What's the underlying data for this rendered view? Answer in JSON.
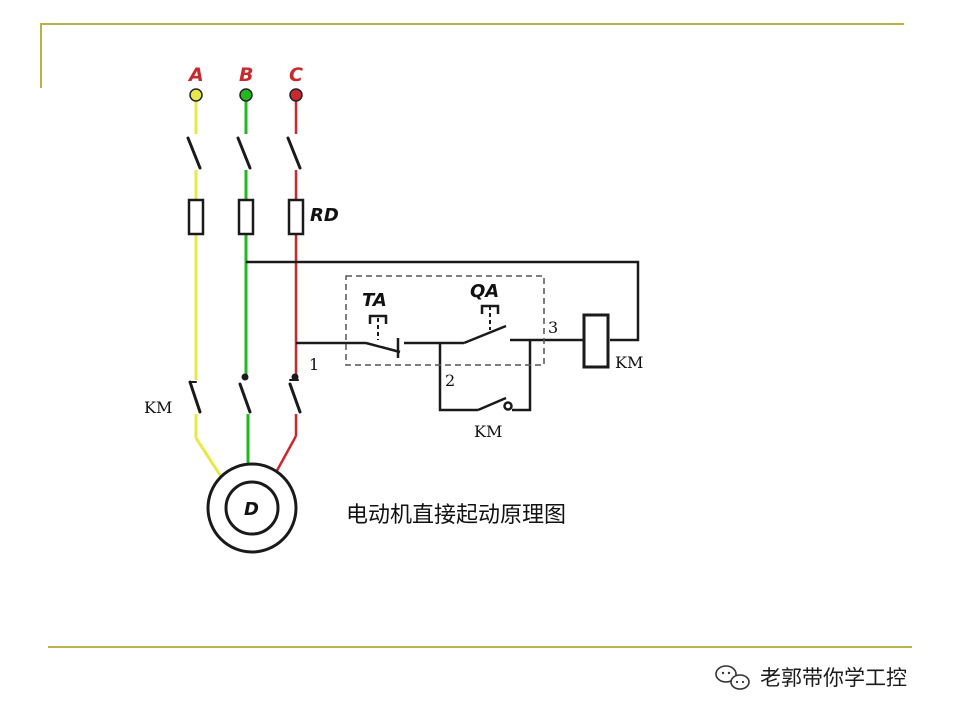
{
  "diagram": {
    "title": "电动机直接起动原理图",
    "phases": [
      {
        "label": "A",
        "color": "#e8e84a"
      },
      {
        "label": "B",
        "color": "#22b81f"
      },
      {
        "label": "C",
        "color": "#c8292f"
      }
    ],
    "labels": {
      "fuse": "RD",
      "contactor_main": "KM",
      "stop_button": "TA",
      "start_button": "QA",
      "hold_contact": "KM",
      "coil": "KM",
      "motor": "D",
      "node_1": "1",
      "node_2": "2",
      "node_3": "3"
    }
  },
  "watermark": {
    "text": "老郭带你学工控",
    "icon": "wechat-icon"
  },
  "colors": {
    "frame_line": "#b9b24a",
    "wire_dark": "#1a1a1a",
    "dashed_box": "#555555"
  }
}
